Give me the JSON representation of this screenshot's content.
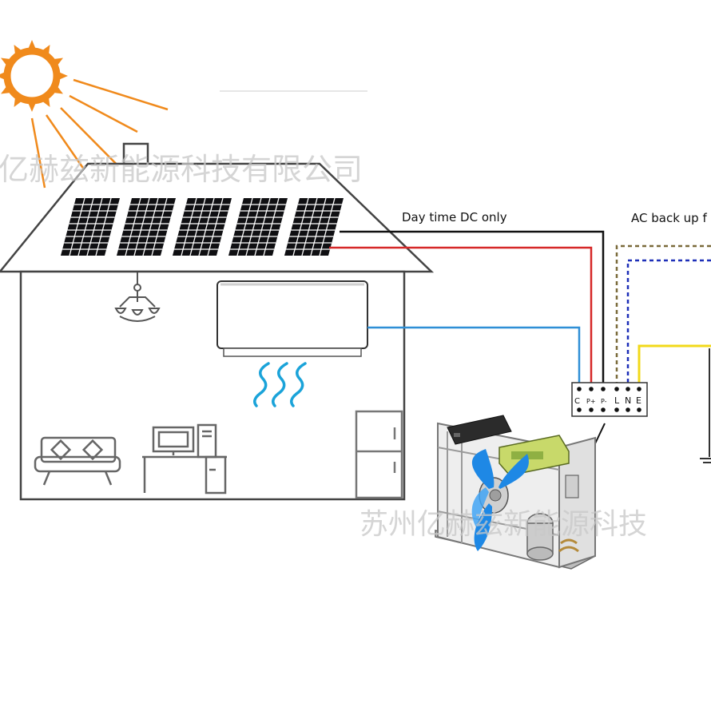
{
  "diagram": {
    "labels": {
      "dc_line": "Day time DC only",
      "ac_line": "AC back up f"
    },
    "terminal_labels": [
      "C",
      "P+",
      "P-",
      "L",
      "N",
      "E"
    ],
    "watermarks": [
      "亿赫兹新能源科技有限公司",
      "苏州亿赫兹新能源科技"
    ],
    "colors": {
      "sun": "#f08a1c",
      "panel": "#0f0f12",
      "dc_negative_wire": "#111111",
      "dc_positive_wire": "#d62828",
      "indoor_link_wire": "#2f8fd6",
      "ac_live_wire": "#7a6a3a",
      "ac_neutral_wire": "#1d2fb8",
      "ground_wire": "#f2d91a",
      "airflow": "#1aa3d9",
      "fan_blade": "#1e88e5",
      "line_art": "#444444"
    },
    "icons": [
      "sun-icon",
      "solar-panel-icon",
      "chandelier-icon",
      "air-conditioner-icon",
      "sofa-icon",
      "computer-desk-icon",
      "refrigerator-icon",
      "outdoor-unit-icon",
      "ground-icon"
    ]
  }
}
